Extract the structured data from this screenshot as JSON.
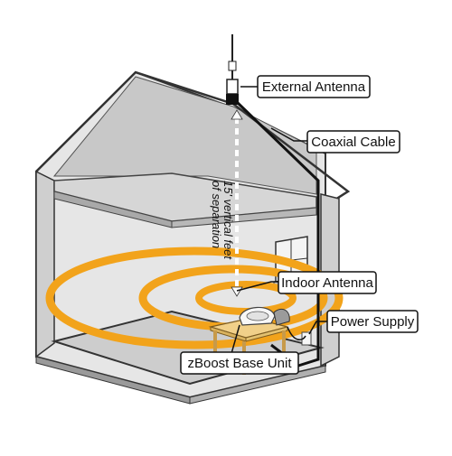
{
  "diagram": {
    "labels": {
      "external_antenna": "External Antenna",
      "coaxial_cable": "Coaxial Cable",
      "indoor_antenna": "Indoor Antenna",
      "power_supply": "Power Supply",
      "base_unit": "zBoost Base Unit"
    },
    "separation_line1": "15' vertical feet",
    "separation_line2": "of separation"
  },
  "colors": {
    "wall_fill": "#e6e6e6",
    "wall_shade": "#cfcfcf",
    "floor_fill": "#d2d2d2",
    "roof_inner": "#bdbdbd",
    "outline": "#333333",
    "cable": "#111111",
    "signal_ring": "#f2a31b",
    "table_top": "#f1d089",
    "table_leg": "#c79a4a"
  }
}
